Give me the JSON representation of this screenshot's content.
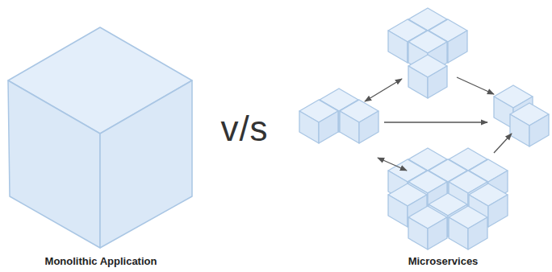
{
  "diagram": {
    "labels": [
      "v/s",
      "Monolithic Application",
      "Microservices"
    ]
  }
}
